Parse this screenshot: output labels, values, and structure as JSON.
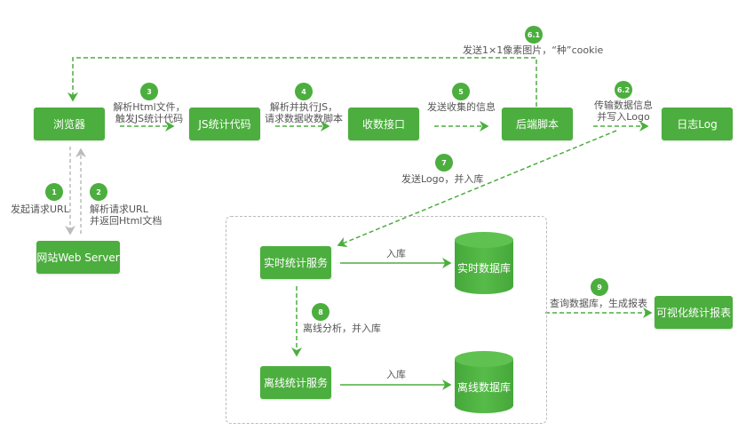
{
  "nodes": {
    "browser": "浏览器",
    "js_code": "JS统计代码",
    "collect_api": "收数接口",
    "backend_script": "后端脚本",
    "log": "日志Log",
    "web_server": "网站Web Server",
    "realtime_service": "实时统计服务",
    "realtime_db": "实时数据库",
    "offline_service": "离线统计服务",
    "offline_db": "离线数据库",
    "report": "可视化统计报表"
  },
  "steps": [
    {
      "num": "1",
      "label": "发起请求URL"
    },
    {
      "num": "2",
      "label_line1": "解析请求URL",
      "label_line2": "并返回Html文档"
    },
    {
      "num": "3",
      "label_line1": "解析Html文件，",
      "label_line2": "触发JS统计代码"
    },
    {
      "num": "4",
      "label_line1": "解析并执行JS，",
      "label_line2": "请求数据收数脚本"
    },
    {
      "num": "5",
      "label": "发送收集的信息"
    },
    {
      "num": "6.1",
      "label": "发送1×1像素图片，“种”cookie"
    },
    {
      "num": "6.2",
      "label_line1": "传输数据信息",
      "label_line2": "并写入Logo"
    },
    {
      "num": "7",
      "label": "发送Logo，并入库"
    },
    {
      "num": "8",
      "label": "离线分析，并入库"
    },
    {
      "num": "9",
      "label": "查询数据库，生成报表"
    }
  ],
  "edges": {
    "store_realtime": "入库",
    "store_offline": "入库"
  },
  "colors": {
    "accent": "#4cae3e",
    "dashed_gray": "#bbbbbb"
  }
}
